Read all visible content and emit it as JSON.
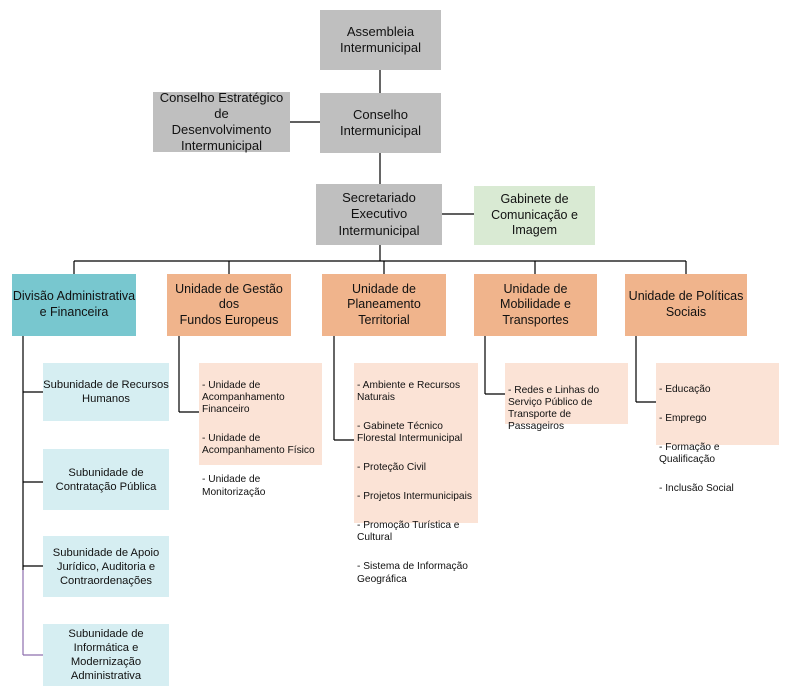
{
  "top": {
    "assembleia": "Assembleia\nIntermunicipal",
    "conselho": "Conselho\nIntermunicipal",
    "conselho_estrategico": "Conselho Estratégico de\nDesenvolvimento\nIntermunicipal",
    "secretariado": "Secretariado\nExecutivo\nIntermunicipal",
    "gabinete": "Gabinete de\nComunicação e\nImagem"
  },
  "units": [
    {
      "label": "Divisão Administrativa\ne Financeira"
    },
    {
      "label": "Unidade de Gestão dos\nFundos Europeus"
    },
    {
      "label": "Unidade de\nPlaneamento\nTerritorial"
    },
    {
      "label": "Unidade de\nMobilidade e\nTransportes"
    },
    {
      "label": "Unidade de Políticas\nSociais"
    }
  ],
  "subunits": [
    "Subunidade de Recursos\nHumanos",
    "Subunidade de\nContratação Pública",
    "Subunidade de Apoio\nJurídico, Auditoria e\nContraordenações",
    "Subunidade de\nInformática e\nModernização\nAdministrativa"
  ],
  "lists": {
    "fundos": [
      "- Unidade de\nAcompanhamento\nFinanceiro",
      "- Unidade de\nAcompanhamento Físico",
      "- Unidade de\nMonitorização"
    ],
    "planeamento": [
      "- Ambiente e Recursos\nNaturais",
      "- Gabinete Técnico\nFlorestal Intermunicipal",
      "- Proteção Civil",
      "- Projetos Intermunicipais",
      "- Promoção Turística e\nCultural",
      "- Sistema de Informação\nGeográfica"
    ],
    "mobilidade": [
      "- Redes e Linhas do\nServiço Público de\nTransporte de Passageiros"
    ],
    "sociais": [
      "- Educação",
      "- Emprego",
      "- Formação e Qualificação",
      "- Inclusão Social"
    ]
  },
  "colors": {
    "gray": "#bfbfbf",
    "green": "#d9ead3",
    "teal": "#78c7cf",
    "salmon": "#f0b48c",
    "pink": "#fbe3d6",
    "lightblue": "#d6eef2",
    "line": "#000000",
    "purple_line": "#8e6fae"
  }
}
